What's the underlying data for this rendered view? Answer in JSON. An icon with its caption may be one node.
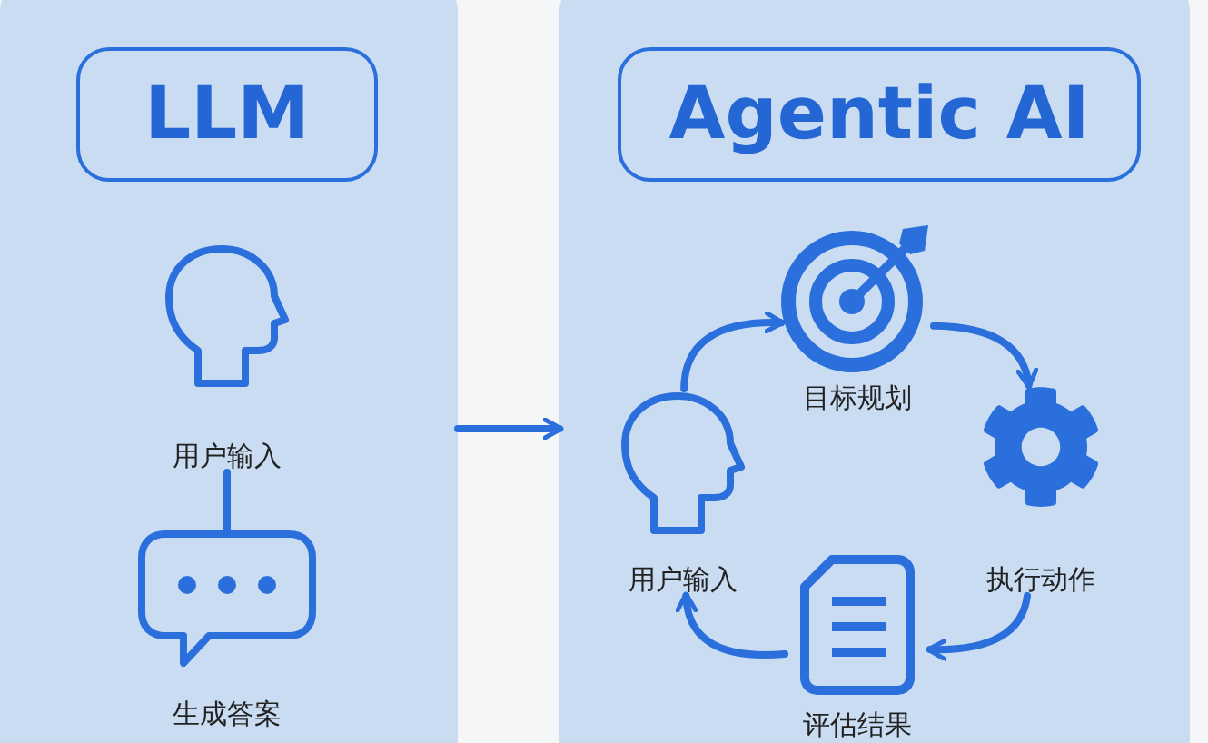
{
  "diagram": {
    "nodes": [
      {
        "text": [],
        "shape": "box"
      },
      {
        "text": [
          "LLM"
        ],
        "in": 0
      },
      {
        "text": [
          "用户输入"
        ],
        "in": 0
      },
      {
        "text": [
          "生成答案"
        ],
        "in": 0
      },
      {
        "text": [],
        "shape": "box"
      },
      {
        "text": [
          "Agentic AI"
        ],
        "in": 4
      },
      {
        "text": [
          "目标规划"
        ],
        "in": 4
      },
      {
        "text": [
          "执行动作"
        ],
        "in": 4
      },
      {
        "text": [
          "评估结果"
        ],
        "in": 4
      },
      {
        "text": [
          "用户输入"
        ],
        "in": 4
      }
    ],
    "edges": [
      {
        "from": 2,
        "to": 3,
        "arrow": "none"
      },
      {
        "from": 0,
        "to": 4,
        "arrow": "to"
      },
      {
        "from": 9,
        "to": 6,
        "arrow": "to"
      },
      {
        "from": 6,
        "to": 7,
        "arrow": "to"
      },
      {
        "from": 7,
        "to": 8,
        "arrow": "to"
      },
      {
        "from": 8,
        "to": 9,
        "arrow": "to"
      }
    ]
  }
}
